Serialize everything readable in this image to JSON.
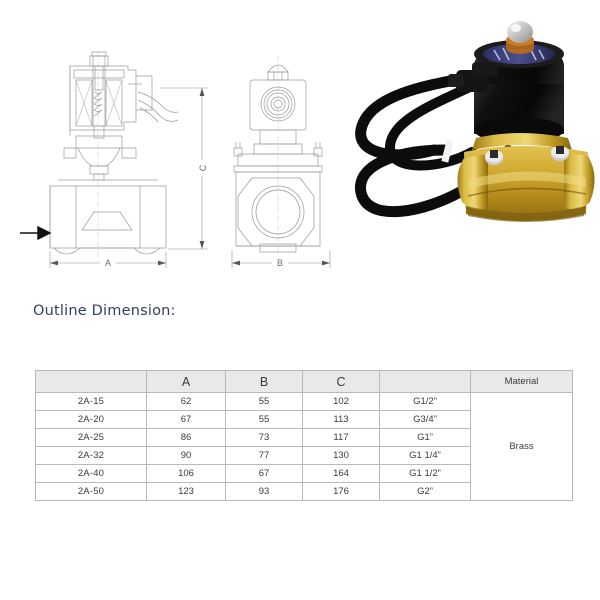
{
  "page": {
    "background_color": "#ffffff",
    "heading": "Outline Dimension:",
    "heading_color": "#333e63"
  },
  "figures": {
    "section_view": {
      "name": "cross-section-drawing",
      "dimension_labels": {
        "width": "A",
        "height": "C"
      },
      "flow_arrow": "inlet-flow-arrow"
    },
    "front_view": {
      "name": "front-view-drawing",
      "dimension_labels": {
        "width": "B"
      }
    },
    "photo": {
      "name": "product-photo",
      "description": "brass solenoid valve with black coil and cable",
      "body_color": "#c9a227",
      "coil_color": "#141414"
    }
  },
  "table": {
    "header": [
      "",
      "A",
      "B",
      "C",
      "",
      "Material"
    ],
    "material_value": "Brass",
    "rows": [
      {
        "model": "2A-15",
        "a": "62",
        "b": "55",
        "c": "102",
        "thread": "G1/2”"
      },
      {
        "model": "2A-20",
        "a": "67",
        "b": "55",
        "c": "113",
        "thread": "G3/4”"
      },
      {
        "model": "2A-25",
        "a": "86",
        "b": "73",
        "c": "117",
        "thread": "G1”"
      },
      {
        "model": "2A-32",
        "a": "90",
        "b": "77",
        "c": "130",
        "thread": "G1 1/4”"
      },
      {
        "model": "2A-40",
        "a": "106",
        "b": "67",
        "c": "164",
        "thread": "G1 1/2”"
      },
      {
        "model": "2A-50",
        "a": "123",
        "b": "93",
        "c": "176",
        "thread": "G2”"
      }
    ],
    "header_bg": "#e9e9e7",
    "border_color": "#b9b9b9"
  }
}
